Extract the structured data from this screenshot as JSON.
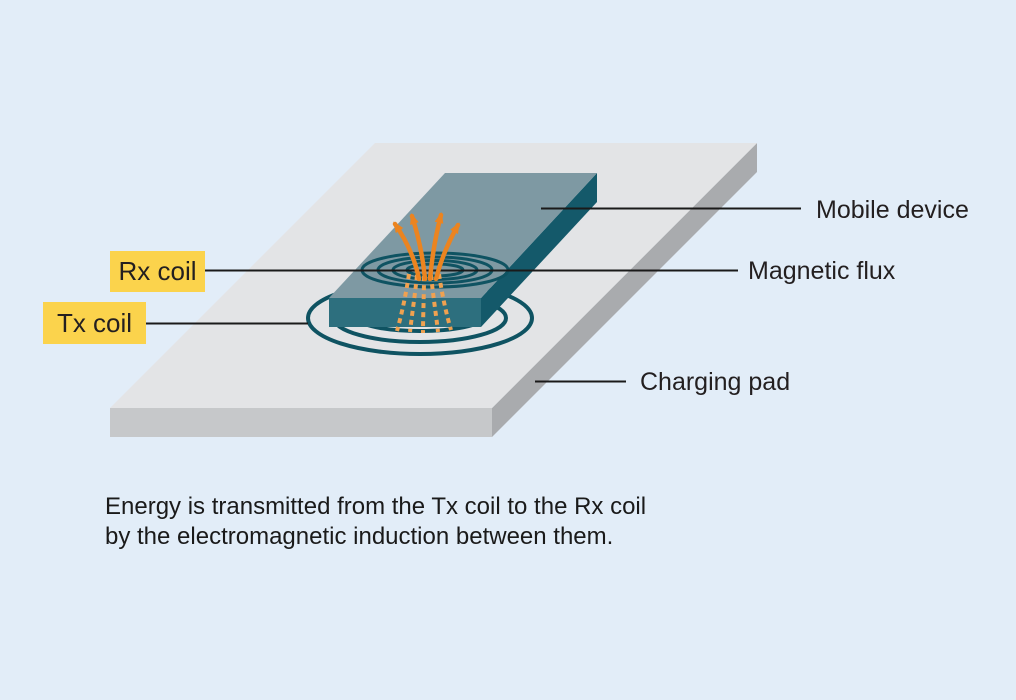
{
  "diagram": {
    "labels": {
      "rx_coil": "Rx coil",
      "tx_coil": "Tx coil",
      "mobile_device": "Mobile device",
      "magnetic_flux": "Magnetic flux",
      "charging_pad": "Charging pad"
    },
    "caption": {
      "line1": "Energy is transmitted from the Tx coil to the Rx coil",
      "line2": "by the electromagnetic induction between them."
    },
    "elements": {
      "charging_pad": "gray slab",
      "mobile_device": "teal slab resting on pad",
      "tx_coil_rings": 3,
      "rx_coil_rings": 4,
      "flux_arrows_solid": 4,
      "flux_lines_dashed": 5
    }
  },
  "colors": {
    "bg": "#E2EDF8",
    "pad_top": "#E3E4E6",
    "pad_front": "#C6C8CA",
    "pad_side": "#A9ABAE",
    "device_top": "#7E99A3",
    "device_front": "#2D6F7E",
    "device_side": "#14596A",
    "coil": "#0F5362",
    "arrow_orange": "#EB8420",
    "arrow_dashed": "#F0A150",
    "label_bg": "#FBD34C",
    "line": "#1A1A1A",
    "text": "#231F20"
  }
}
